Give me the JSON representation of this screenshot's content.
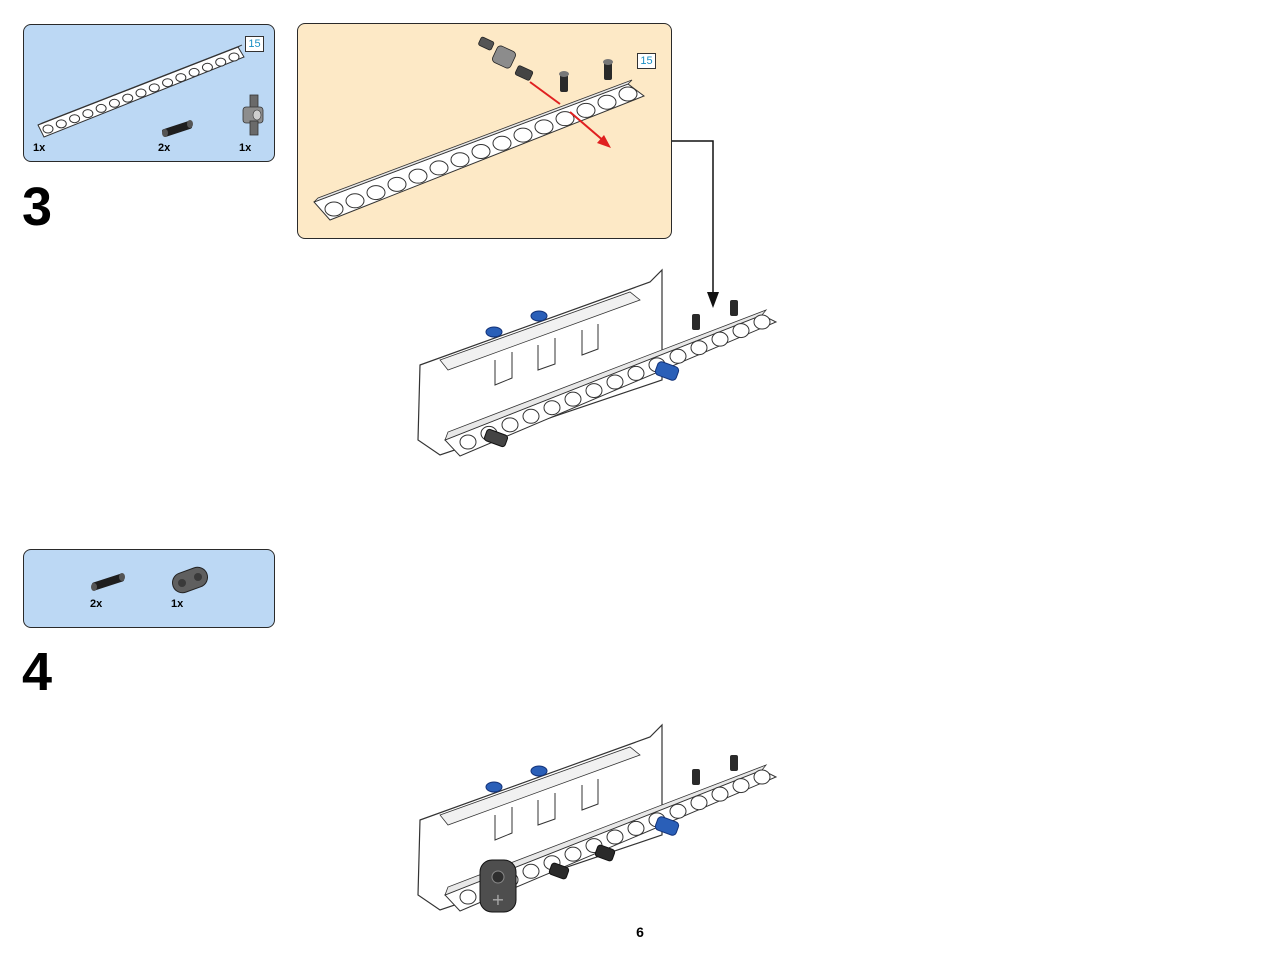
{
  "steps": [
    {
      "number": "3",
      "parts": [
        {
          "name": "beam-15",
          "quantity": "1x",
          "length_label": "15"
        },
        {
          "name": "black-pin",
          "quantity": "2x"
        },
        {
          "name": "grey-axle-connector",
          "quantity": "1x"
        }
      ],
      "callout": {
        "length_label": "15",
        "arrow_color": "#e02020"
      }
    },
    {
      "number": "4",
      "parts": [
        {
          "name": "black-pin",
          "quantity": "2x"
        },
        {
          "name": "dark-grey-liftarm-2",
          "quantity": "1x"
        }
      ]
    }
  ],
  "page_number": "6",
  "colors": {
    "parts_box": "#bcd8f4",
    "callout_box": "#fde9c6",
    "length_label_text": "#1b8fc4",
    "blue_pin": "#2a5fb8",
    "black_pin": "#1e1e1e"
  }
}
